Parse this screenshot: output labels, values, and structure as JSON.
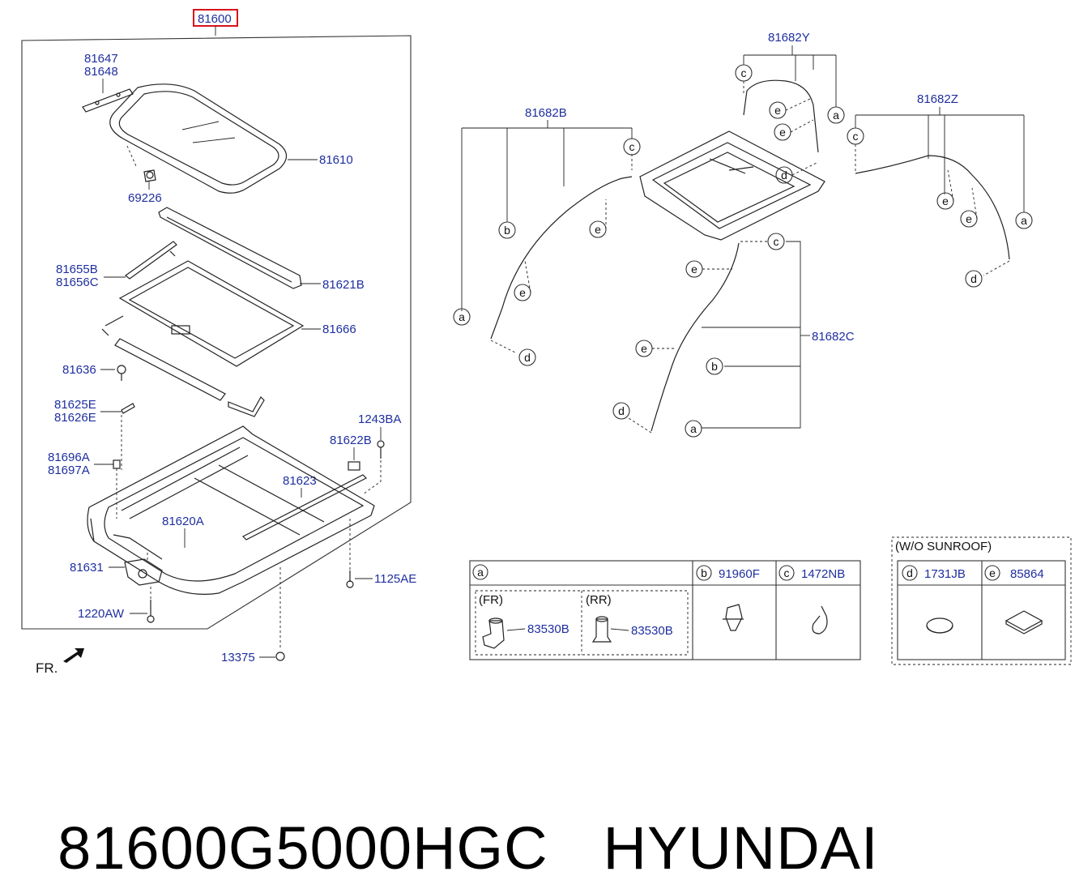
{
  "main_part_number": "81600",
  "labels": {
    "p81647": "81647",
    "p81648": "81648",
    "p81610": "81610",
    "p69226": "69226",
    "p81655B": "81655B",
    "p81656C": "81656C",
    "p81621B": "81621B",
    "p81666": "81666",
    "p81636": "81636",
    "p81625E": "81625E",
    "p81626E": "81626E",
    "p1243BA": "1243BA",
    "p81622B": "81622B",
    "p81696A": "81696A",
    "p81697A": "81697A",
    "p81623": "81623",
    "p81620A": "81620A",
    "p81631": "81631",
    "p1125AE": "1125AE",
    "p1220AW": "1220AW",
    "p13375": "13375",
    "p81682Y": "81682Y",
    "p81682B": "81682B",
    "p81682Z": "81682Z",
    "p81682C": "81682C"
  },
  "direction_label": "FR.",
  "callout_letters": {
    "a": "a",
    "b": "b",
    "c": "c",
    "d": "d",
    "e": "e"
  },
  "legend": {
    "a_fr": "(FR)",
    "a_rr": "(RR)",
    "a_fr_part": "83530B",
    "a_rr_part": "83530B",
    "b_part": "91960F",
    "c_part": "1472NB",
    "wo_sunroof": "(W/O SUNROOF)",
    "d_part": "1731JB",
    "e_part": "85864"
  },
  "caption": {
    "part_number": "81600G5000HGC",
    "brand": "HYUNDAI"
  },
  "colors": {
    "label_blue": "#1f2fa0",
    "highlight_red": "#d8121b"
  }
}
